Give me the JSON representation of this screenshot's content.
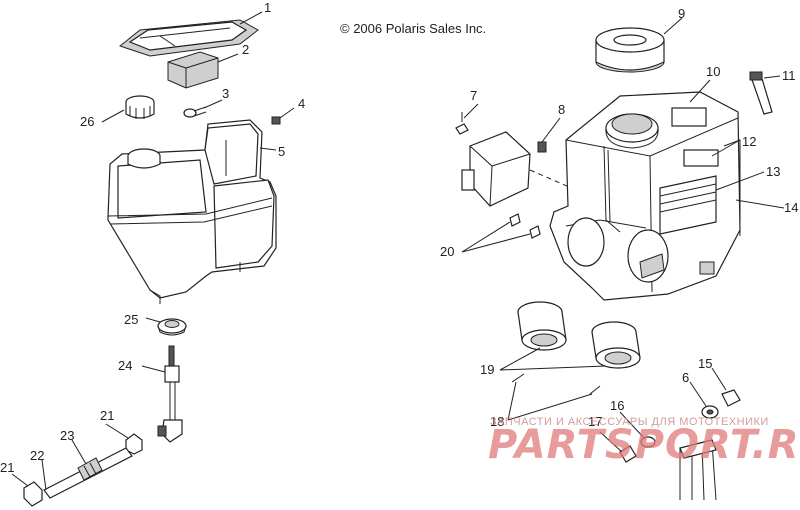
{
  "copyright": "© 2006 Polaris Sales Inc.",
  "watermark": {
    "subtitle": "ЗАПЧАСТИ И АКСЕССУАРЫ ДЛЯ МОТОТЕХНИКИ",
    "brand": "PARTSPORT.RU"
  },
  "callouts": [
    "1",
    "2",
    "3",
    "4",
    "5",
    "6",
    "7",
    "8",
    "9",
    "10",
    "11",
    "12",
    "13",
    "14",
    "15",
    "16",
    "17",
    "18",
    "19",
    "20",
    "21",
    "21",
    "22",
    "23",
    "24",
    "25",
    "26"
  ]
}
